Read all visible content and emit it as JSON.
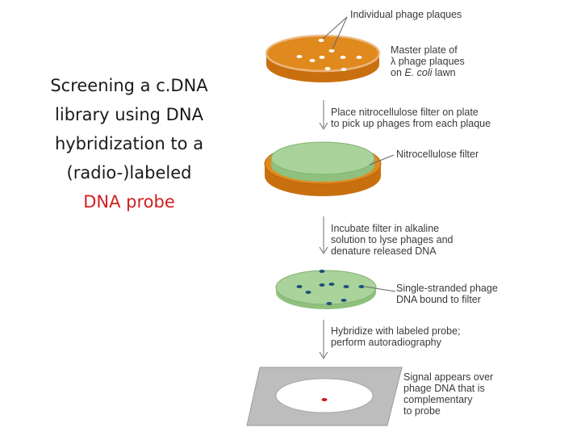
{
  "title": {
    "lines": [
      "Screening a c.DNA",
      "library using DNA",
      "hybridization to a",
      "(radio-)labeled"
    ],
    "highlight": "DNA probe"
  },
  "labels": {
    "plaques": "Individual phage plaques",
    "master_plate": [
      "Master plate of",
      "λ phage plaques",
      "on ",
      "E. coli",
      " lawn"
    ],
    "step1": [
      "Place nitrocellulose filter on plate",
      "to pick up phages from each plaque"
    ],
    "filter": "Nitrocellulose filter",
    "step2": [
      "Incubate filter in alkaline",
      "solution to lyse phages and",
      "denature released DNA"
    ],
    "ss_dna": [
      "Single-stranded phage",
      "DNA bound to filter"
    ],
    "step3": [
      "Hybridize with labeled probe;",
      "perform autoradiography"
    ],
    "signal": [
      "Signal appears over",
      "phage DNA that is",
      "complementary",
      "to probe"
    ]
  },
  "colors": {
    "plate": "#e08a1e",
    "plate_rim": "#c8700f",
    "filter": "#a9d39b",
    "dna_dot": "#1f4e79",
    "signal": "#cc1a1a",
    "film": "#bdbdbd",
    "highlight": "#d11f1f"
  }
}
